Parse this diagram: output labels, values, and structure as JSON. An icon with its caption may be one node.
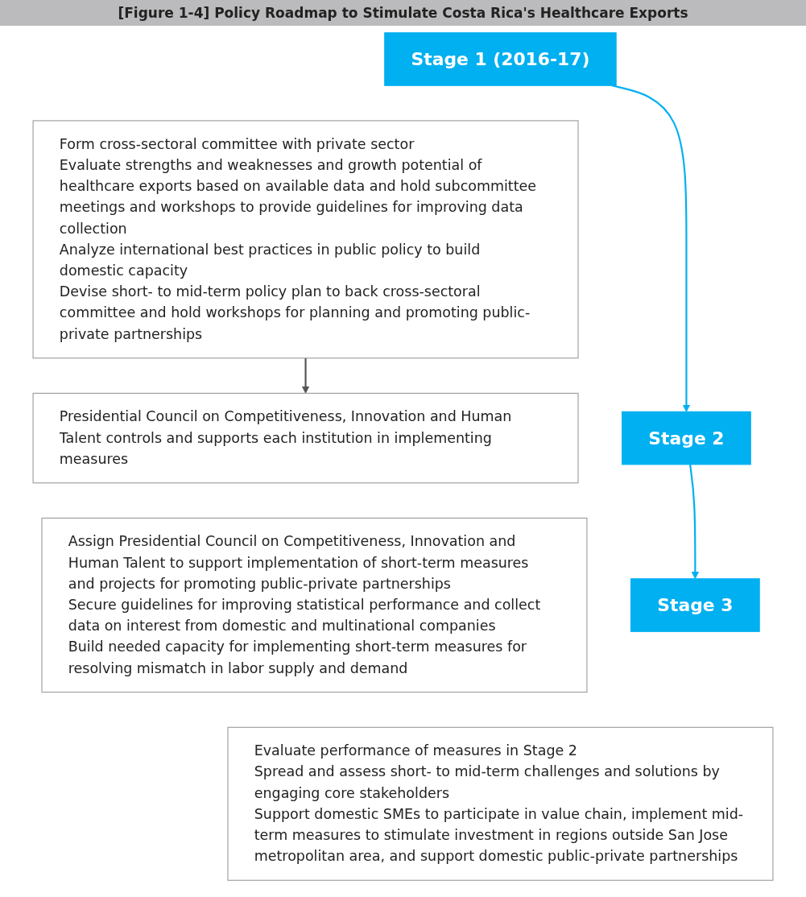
{
  "diagram": {
    "title": "[Figure 1-4] Policy Roadmap to Stimulate Costa Rica's Healthcare Exports",
    "nodes": [
      {
        "text": [
          "Stage 1 (2016-17)"
        ]
      },
      {
        "text": [
          "Form cross-sectoral committee with private sector",
          "Evaluate strengths and weaknesses and growth potential of healthcare exports based on available data and hold subcommittee meetings and workshops to provide guidelines for improving data collection",
          "Analyze international best practices in public policy to build domestic capacity",
          "Devise short- to mid-term policy plan to back cross-sectoral committee and hold workshops for planning and promoting public-private partnerships"
        ]
      },
      {
        "text": [
          "Presidential Council on Competitiveness, Innovation and Human Talent controls and supports each institution in implementing measures"
        ]
      },
      {
        "text": [
          "Stage 2"
        ]
      },
      {
        "text": [
          "Assign Presidential Council on Competitiveness, Innovation and Human Talent to support implementation of short-term measures and projects for promoting public-private partnerships",
          "Secure guidelines for improving statistical performance and collect data on interest from domestic and multinational companies",
          "Build needed capacity for implementing short-term measures for resolving mismatch in labor supply and demand"
        ]
      },
      {
        "text": [
          "Stage 3"
        ]
      },
      {
        "text": [
          "Evaluate performance of measures in Stage 2",
          "Spread and assess short- to mid-term challenges and solutions by engaging core stakeholders",
          "Support domestic SMEs to participate in value chain, implement mid-term measures to stimulate investment in regions outside San Jose metropolitan area, and support domestic public-private partnerships"
        ]
      }
    ],
    "edges": [
      {
        "from": 1,
        "to": 2,
        "arrow": "to",
        "color": "#555555"
      },
      {
        "from": 0,
        "to": 3,
        "arrow": "to"
      },
      {
        "from": 3,
        "to": 5,
        "arrow": "to"
      }
    ]
  }
}
